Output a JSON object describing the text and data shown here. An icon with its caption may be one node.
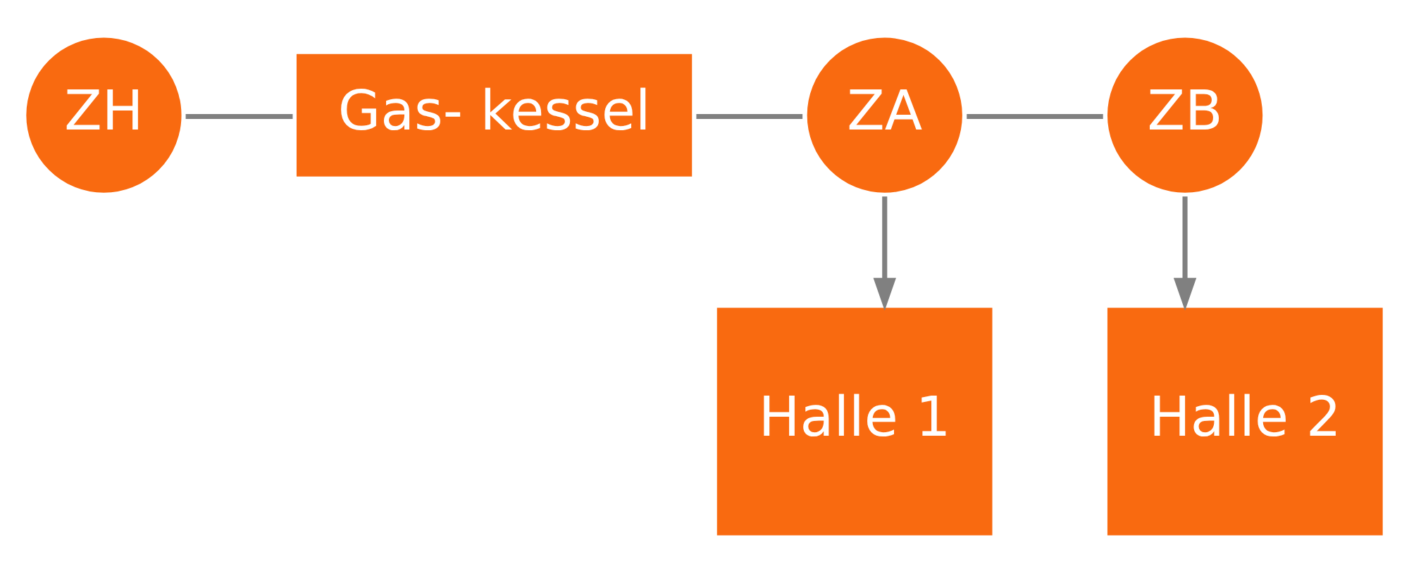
{
  "diagram": {
    "nodes": [
      {
        "text": [
          "ZH"
        ]
      },
      {
        "text": [
          "Gas- kessel"
        ]
      },
      {
        "text": [
          "ZA"
        ]
      },
      {
        "text": [
          "ZB"
        ]
      },
      {
        "text": [
          "Halle 1"
        ]
      },
      {
        "text": [
          "Halle 2"
        ]
      }
    ],
    "edges": [
      {
        "from": 0,
        "to": 1,
        "arrow": "none"
      },
      {
        "from": 1,
        "to": 2,
        "arrow": "none"
      },
      {
        "from": 2,
        "to": 3,
        "arrow": "none"
      },
      {
        "from": 2,
        "to": 4,
        "arrow": "to"
      },
      {
        "from": 3,
        "to": 5,
        "arrow": "to"
      }
    ]
  }
}
